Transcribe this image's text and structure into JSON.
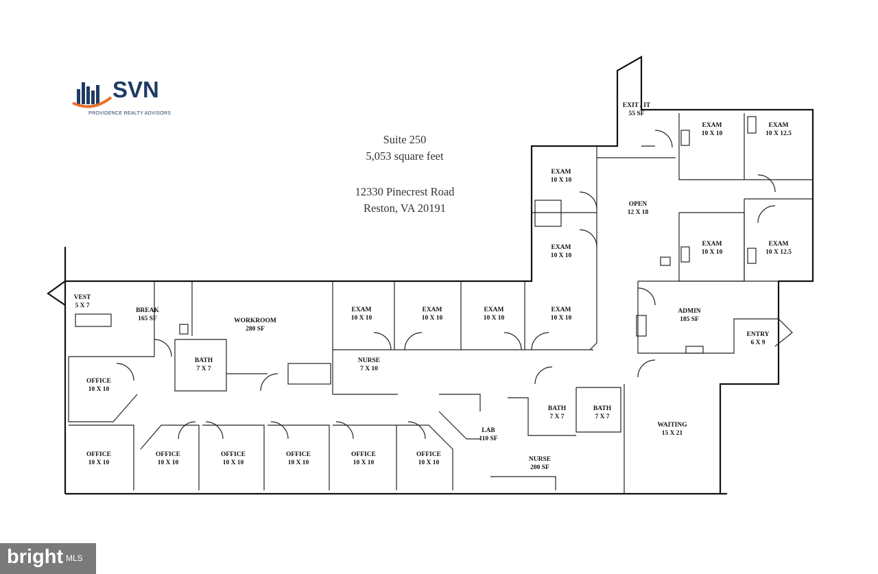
{
  "brand": {
    "name": "SVN",
    "tagline": "PROVIDENCE REALTY ADVISORS",
    "accent": "#e8702a",
    "navy": "#1f3a63"
  },
  "suite": {
    "name": "Suite 250",
    "area": "5,053 square feet",
    "street": "12330 Pinecrest Road",
    "city": "Reston, VA 20191"
  },
  "watermark": {
    "main": "bright",
    "sub": "MLS"
  },
  "rooms": {
    "exit": [
      "EXIT / IT",
      "55 SF"
    ],
    "exam_nw1": [
      "EXAM",
      "10 X 10"
    ],
    "exam_ne1": [
      "EXAM",
      "10 X 12.5"
    ],
    "exam_wing_top": [
      "EXAM",
      "10 X 10"
    ],
    "open": [
      "OPEN",
      "12 X 18"
    ],
    "exam_wing_bot": [
      "EXAM",
      "10 X 10"
    ],
    "exam_nw2": [
      "EXAM",
      "10 X 10"
    ],
    "exam_ne2": [
      "EXAM",
      "10 X 12.5"
    ],
    "vest": [
      "VEST",
      "5 X 7"
    ],
    "break": [
      "BREAK",
      "165 SF"
    ],
    "workroom": [
      "WORKROOM",
      "280 SF"
    ],
    "exam_a": [
      "EXAM",
      "10 X 10"
    ],
    "exam_b": [
      "EXAM",
      "10 X 10"
    ],
    "exam_c": [
      "EXAM",
      "10 X 10"
    ],
    "exam_d": [
      "EXAM",
      "10 X 10"
    ],
    "admin": [
      "ADMIN",
      "185 SF"
    ],
    "entry": [
      "ENTRY",
      "6 X 9"
    ],
    "bath_w": [
      "BATH",
      "7 X 7"
    ],
    "nurse_small": [
      "NURSE",
      "7 X 10"
    ],
    "office_w": [
      "OFFICE",
      "10 X 10"
    ],
    "bath_c": [
      "BATH",
      "7 X 7"
    ],
    "bath_e": [
      "BATH",
      "7 X 7"
    ],
    "lab": [
      "LAB",
      "110 SF"
    ],
    "waiting": [
      "WAITING",
      "15 X 21"
    ],
    "nurse_big": [
      "NURSE",
      "200 SF"
    ],
    "office_1": [
      "OFFICE",
      "10 X 10"
    ],
    "office_2": [
      "OFFICE",
      "10 X 10"
    ],
    "office_3": [
      "OFFICE",
      "10 X 10"
    ],
    "office_4": [
      "OFFICE",
      "10 X 10"
    ],
    "office_5": [
      "OFFICE",
      "10 X 10"
    ],
    "office_6": [
      "OFFICE",
      "10 X 10"
    ]
  }
}
